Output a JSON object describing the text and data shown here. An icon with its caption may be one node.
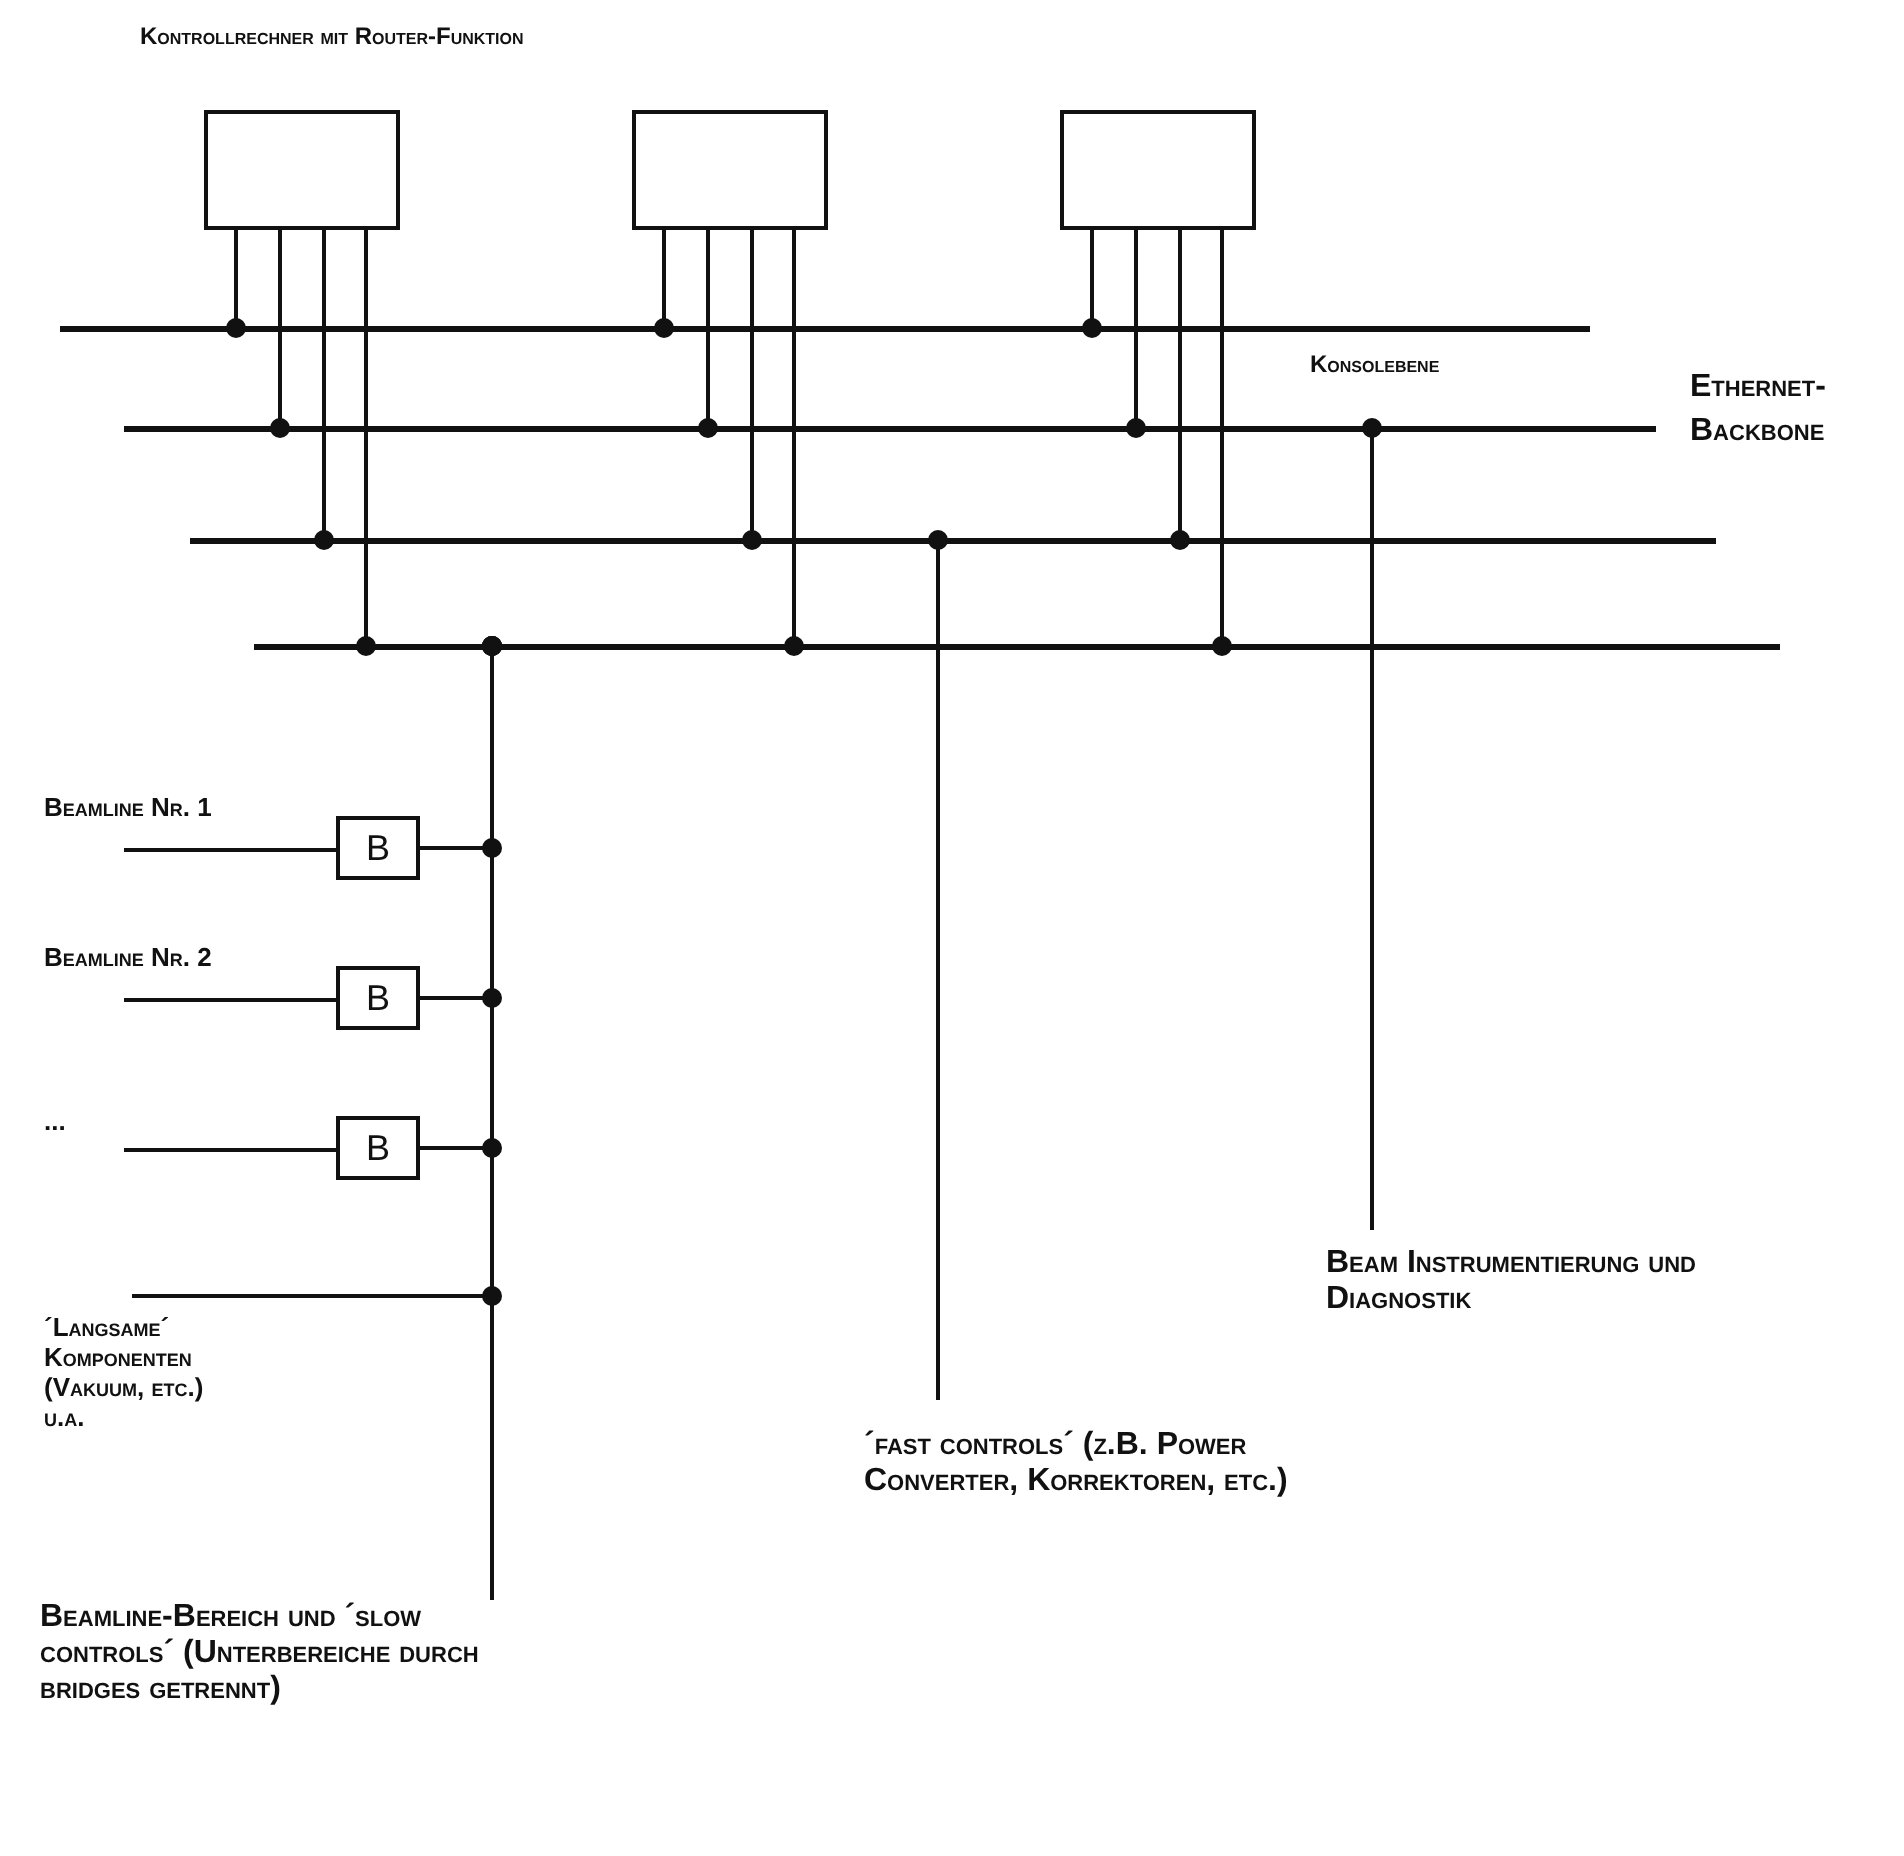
{
  "diagram": {
    "nodes": [
      {
        "text": [],
        "shape": "box"
      },
      {
        "text": [],
        "shape": "box"
      },
      {
        "text": [],
        "shape": "box"
      },
      {
        "text": [],
        "shape": "bar",
        "beside": [
          "Konsolebene"
        ]
      },
      {
        "text": [],
        "shape": "bar"
      },
      {
        "text": [],
        "shape": "bar"
      },
      {
        "text": [],
        "shape": "bar"
      },
      {
        "text": [
          "Beamline Nr. 1"
        ]
      },
      {
        "text": [
          "B"
        ]
      },
      {
        "text": [
          "Beamline Nr. 2"
        ]
      },
      {
        "text": [
          "B"
        ]
      },
      {
        "text": [
          "..."
        ]
      },
      {
        "text": [
          "B"
        ]
      },
      {
        "text": [
          "´Langsame´ Komponenten (Vakuum, etc.) u.a."
        ]
      },
      {
        "text": [
          "Beamline-Bereich und ´slow controls´ (Unterbereiche durch bridges getrennt)"
        ]
      },
      {
        "text": [
          "´fast controls´ (z.B. Power Converter, Korrektoren, etc.)"
        ]
      },
      {
        "text": [
          "Beam Instrumentierung und Diagnostik"
        ]
      }
    ],
    "edges": [
      {
        "from": 0,
        "to": 3,
        "arrow": "other"
      },
      {
        "from": 0,
        "to": 4,
        "arrow": "other"
      },
      {
        "from": 0,
        "to": 5,
        "arrow": "other"
      },
      {
        "from": 0,
        "to": 6,
        "arrow": "other"
      },
      {
        "from": 1,
        "to": 3,
        "arrow": "other"
      },
      {
        "from": 1,
        "to": 4,
        "arrow": "other"
      },
      {
        "from": 1,
        "to": 5,
        "arrow": "other"
      },
      {
        "from": 1,
        "to": 6,
        "arrow": "other"
      },
      {
        "from": 2,
        "to": 3,
        "arrow": "other"
      },
      {
        "from": 2,
        "to": 4,
        "arrow": "other"
      },
      {
        "from": 2,
        "to": 5,
        "arrow": "other"
      },
      {
        "from": 2,
        "to": 6,
        "arrow": "other"
      },
      {
        "from": 7,
        "to": 8,
        "arrow": "none"
      },
      {
        "from": 8,
        "to": 6,
        "arrow": "other"
      },
      {
        "from": 9,
        "to": 10,
        "arrow": "none"
      },
      {
        "from": 10,
        "to": 6,
        "arrow": "other"
      },
      {
        "from": 11,
        "to": 12,
        "arrow": "none"
      },
      {
        "from": 12,
        "to": 6,
        "arrow": "other"
      },
      {
        "from": 13,
        "to": 6,
        "arrow": "other"
      },
      {
        "from": 14,
        "to": 6,
        "arrow": "other"
      },
      {
        "from": 15,
        "to": 5,
        "arrow": "other"
      },
      {
        "from": 16,
        "to": 4,
        "arrow": "other"
      }
    ],
    "labels": [
      "Kontrollrechner mit Router-Funktion",
      "Ethernet-Backbone"
    ]
  }
}
